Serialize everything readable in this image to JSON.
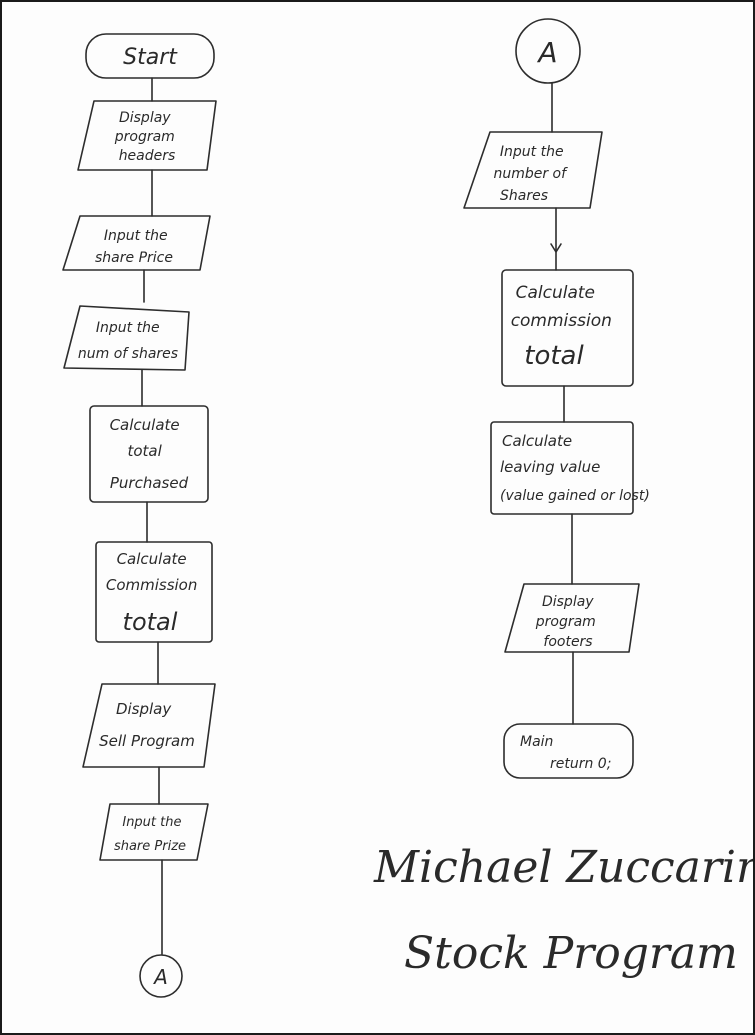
{
  "diagram": {
    "left_column": {
      "start": "Start",
      "display_headers": [
        "Display",
        "program",
        "headers"
      ],
      "input_share_price": [
        "Input the",
        "share Price"
      ],
      "input_num_shares": [
        "Input the",
        "num of shares"
      ],
      "calc_total_purchased": [
        "Calculate",
        "total",
        "Purchased"
      ],
      "calc_commission_total": [
        "Calculate",
        "Commission",
        "total"
      ],
      "display_sell_program": [
        "Display",
        "Sell Program"
      ],
      "input_share_prize": [
        "Input the",
        "share Prize"
      ],
      "connector_a": "A"
    },
    "right_column": {
      "connector_a": "A",
      "input_number_shares": [
        "Input the",
        "number of",
        "Shares"
      ],
      "calc_commission_total": [
        "Calculate",
        "commission",
        "total"
      ],
      "calc_leaving_value": [
        "Calculate",
        "leaving value",
        "(value gained or lost)"
      ],
      "display_footers": [
        "Display",
        "program",
        "footers"
      ],
      "main_return": [
        "Main",
        "return 0;"
      ]
    },
    "signature": {
      "name": "Michael Zuccarino",
      "program": "Stock Program"
    }
  }
}
